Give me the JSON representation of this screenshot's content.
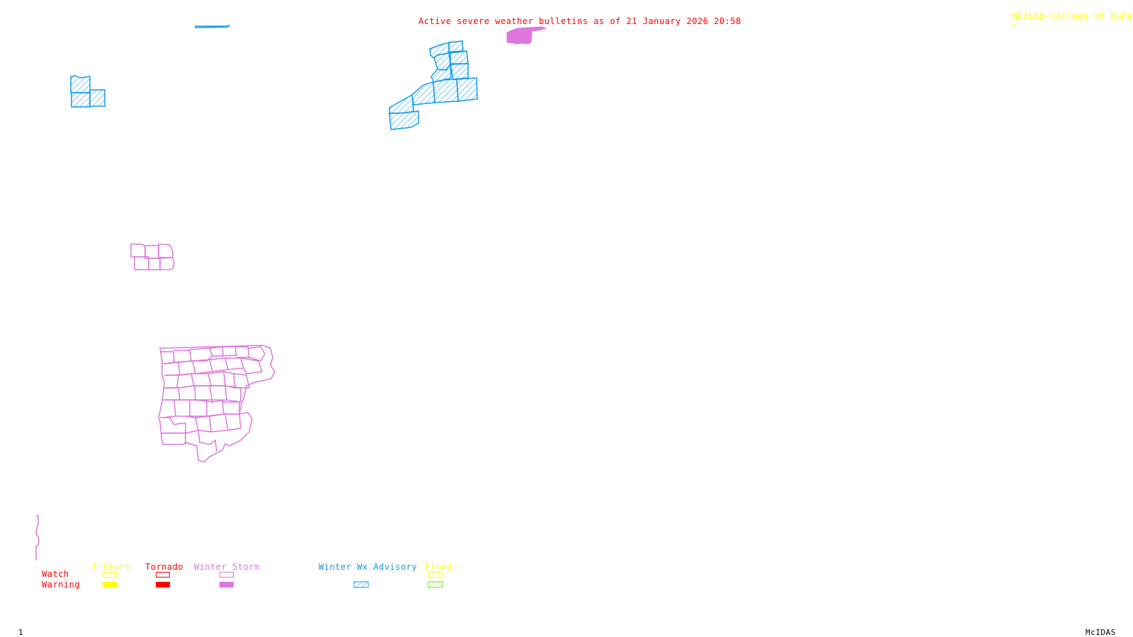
{
  "header": {
    "title": "Active severe weather bulletins as of 21 January 2026 20:58",
    "credit": "NEXLAB-College of DuPage",
    "credit_icon": "arrow-corner-icon"
  },
  "footer": {
    "frame_number": "1",
    "software": "McIDAS"
  },
  "colors": {
    "title": "#ff0000",
    "credit": "#ffff00",
    "tstorm": "#ffff00",
    "tornado": "#ff0000",
    "winter_storm": "#dd77dd",
    "winter_wx_advisory": "#1199ee",
    "flood_watch": "#ffff00",
    "flood_warning": "#77dd22",
    "footer_text": "#000000"
  },
  "legend": {
    "row_labels": {
      "watch": "Watch",
      "warning": "Warning"
    },
    "categories": [
      {
        "id": "tstorm",
        "label": "T-Storm",
        "watch": "outline",
        "warning": "filled"
      },
      {
        "id": "tornado",
        "label": "Tornado",
        "watch": "outline",
        "warning": "filled"
      },
      {
        "id": "winter_storm",
        "label": "Winter Storm",
        "watch": "outline",
        "warning": "filled"
      },
      {
        "id": "winter_wx_advisory",
        "label": "Winter Wx Advisory",
        "watch": null,
        "warning": "hatched"
      },
      {
        "id": "flood",
        "label": "Flood",
        "watch": "hatched",
        "warning": "hatched"
      }
    ]
  },
  "map": {
    "regions": [
      {
        "name": "advisory-region-northwest-small",
        "type": "winter_wx_advisory",
        "style": "hatched"
      },
      {
        "name": "advisory-region-west",
        "type": "winter_wx_advisory",
        "style": "hatched"
      },
      {
        "name": "advisory-region-central-north",
        "type": "winter_wx_advisory",
        "style": "hatched"
      },
      {
        "name": "winter-storm-warning-region-north",
        "type": "winter_storm",
        "style": "filled"
      },
      {
        "name": "winter-storm-region-small-counties",
        "type": "winter_storm",
        "style": "outline"
      },
      {
        "name": "winter-storm-region-large-counties",
        "type": "winter_storm",
        "style": "outline"
      },
      {
        "name": "winter-storm-region-southwest-edge",
        "type": "winter_storm",
        "style": "outline"
      }
    ]
  }
}
